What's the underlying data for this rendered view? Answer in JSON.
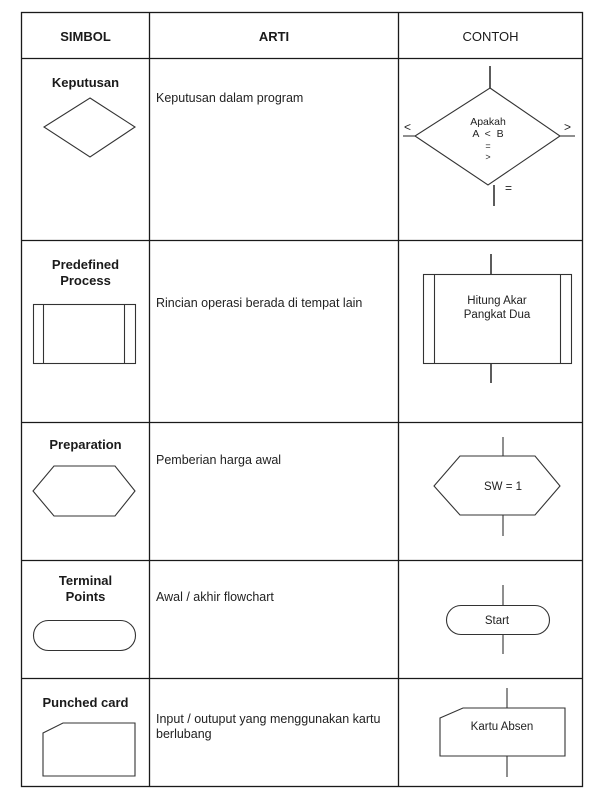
{
  "table": {
    "headers": {
      "symbol": "SIMBOL",
      "meaning": "ARTI",
      "example": "CONTOH"
    },
    "rows": [
      {
        "symbol_name": "Keputusan",
        "symbol_icon": "decision-diamond-icon",
        "meaning": "Keputusan dalam program",
        "example": {
          "lines": [
            "Apakah",
            "A  <  B",
            "=",
            ">"
          ],
          "branch_left": "<",
          "branch_right": ">",
          "branch_bottom": "="
        }
      },
      {
        "symbol_name_line1": "Predefined",
        "symbol_name_line2": "Process",
        "symbol_icon": "predefined-process-icon",
        "meaning": "Rincian operasi berada di tempat lain",
        "example": {
          "lines": [
            "Hitung Akar",
            "Pangkat Dua"
          ]
        }
      },
      {
        "symbol_name": "Preparation",
        "symbol_icon": "preparation-hexagon-icon",
        "meaning": "Pemberian harga awal",
        "example": {
          "text": "SW = 1"
        }
      },
      {
        "symbol_name_line1": "Terminal",
        "symbol_name_line2": "Points",
        "symbol_icon": "terminal-icon",
        "meaning": "Awal / akhir flowchart",
        "example": {
          "text": "Start"
        }
      },
      {
        "symbol_name": "Punched card",
        "symbol_icon": "punched-card-icon",
        "meaning": "Input / outuput yang menggunakan kartu berlubang",
        "example": {
          "text": "Kartu Absen"
        }
      }
    ]
  },
  "colors": {
    "line": "#1a1a1a",
    "shape_stroke": "#333333",
    "background": "#ffffff"
  }
}
